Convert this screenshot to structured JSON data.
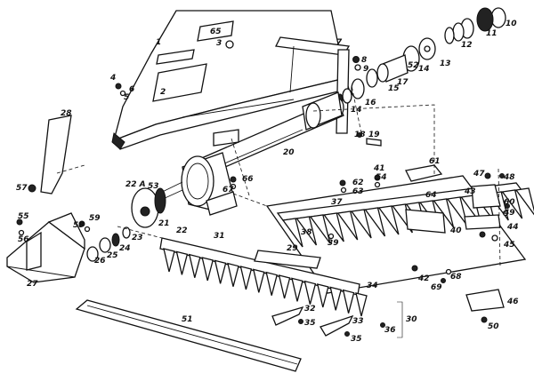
{
  "labels": {
    "l1": "1",
    "l2": "2",
    "l3": "3",
    "l4": "4",
    "l5": "5",
    "l6": "6",
    "l7": "7",
    "l8": "8",
    "l9": "9",
    "l10": "10",
    "l11": "11",
    "l12": "12",
    "l13": "13",
    "l14": "14",
    "l14b": "14",
    "l15": "15",
    "l16": "16",
    "l17": "17",
    "l18": "18",
    "l19": "19",
    "l20": "20",
    "l21": "21",
    "l22": "22",
    "l22a": "22 A",
    "l23": "23",
    "l24": "24",
    "l25": "25",
    "l26": "26",
    "l27": "27",
    "l28": "28",
    "l29": "29",
    "l30": "30",
    "l31": "31",
    "l32": "32",
    "l33": "33",
    "l34": "34",
    "l35": "35",
    "l35b": "35",
    "l36": "36",
    "l37": "37",
    "l38": "38",
    "l39": "39",
    "l40": "40",
    "l41": "41",
    "l42": "42",
    "l43": "43",
    "l44": "44",
    "l45": "45",
    "l46": "46",
    "l47": "47",
    "l48": "48",
    "l49": "49",
    "l50": "50",
    "l51": "51",
    "l52": "52",
    "l53": "53",
    "l54": "54",
    "l55": "55",
    "l56": "56",
    "l57": "57",
    "l58": "58",
    "l59": "59",
    "l60": "60",
    "l61": "61",
    "l62": "62",
    "l63": "63",
    "l64": "64",
    "l65": "65",
    "l66": "66",
    "l67": "67",
    "l68": "68",
    "l69": "69"
  }
}
